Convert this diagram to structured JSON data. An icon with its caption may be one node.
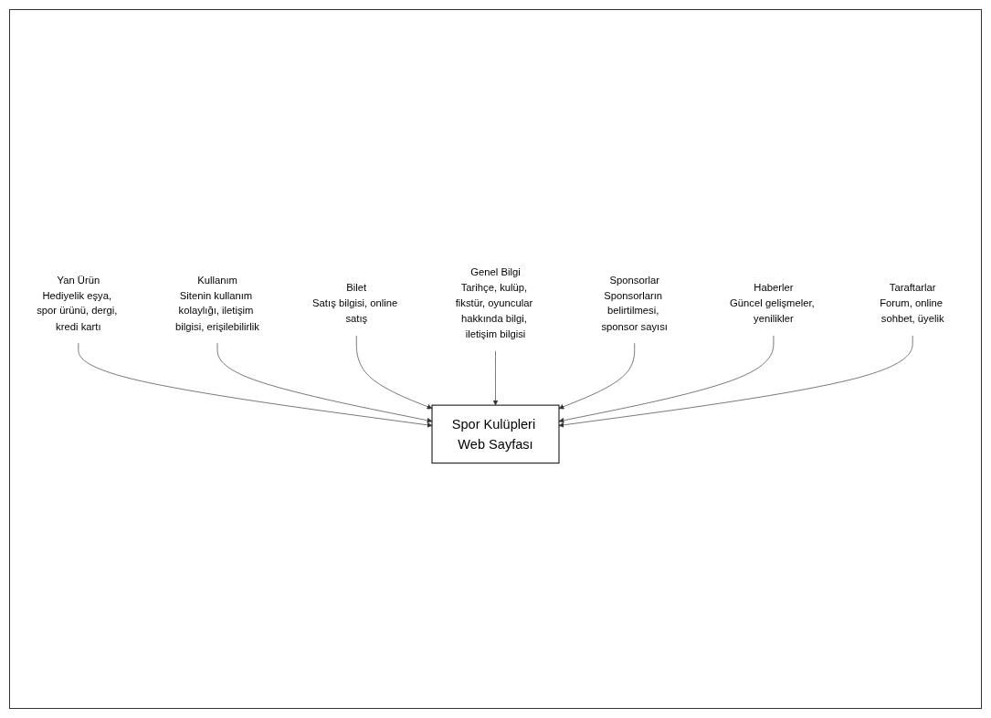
{
  "diagram": {
    "nodes": [
      {
        "text": [
          "Yan Ürün",
          "Hediyelik eşya, spor ürünü, dergi, kredi kartı"
        ]
      },
      {
        "text": [
          "Kullanım",
          "Sitenin kullanım kolaylığı, iletişim bilgisi, erişilebilirlik"
        ]
      },
      {
        "text": [
          "Bilet",
          "Satış bilgisi, online satış"
        ]
      },
      {
        "text": [
          "Genel Bilgi",
          "Tarihçe, kulüp, fikstür, oyuncular hakkında bilgi, iletişim bilgisi"
        ]
      },
      {
        "text": [
          "Spor Kulüpleri Web Sayfası"
        ]
      },
      {
        "text": [
          "Sponsorlar",
          "Sponsorların belirtilmesi, sponsor sayısı"
        ]
      },
      {
        "text": [
          "Haberler",
          "Güncel gelişmeler, yenilikler"
        ]
      },
      {
        "text": [
          "Taraftarlar",
          "Forum, online sohbet, üyelik"
        ]
      }
    ],
    "edges": [
      {
        "from": 0,
        "to": 4,
        "arrow": "to"
      },
      {
        "from": 1,
        "to": 4,
        "arrow": "to"
      },
      {
        "from": 2,
        "to": 4,
        "arrow": "to"
      },
      {
        "from": 3,
        "to": 4,
        "arrow": "to"
      },
      {
        "from": 5,
        "to": 4,
        "arrow": "to"
      },
      {
        "from": 6,
        "to": 4,
        "arrow": "to"
      },
      {
        "from": 7,
        "to": 4,
        "arrow": "to"
      }
    ]
  }
}
